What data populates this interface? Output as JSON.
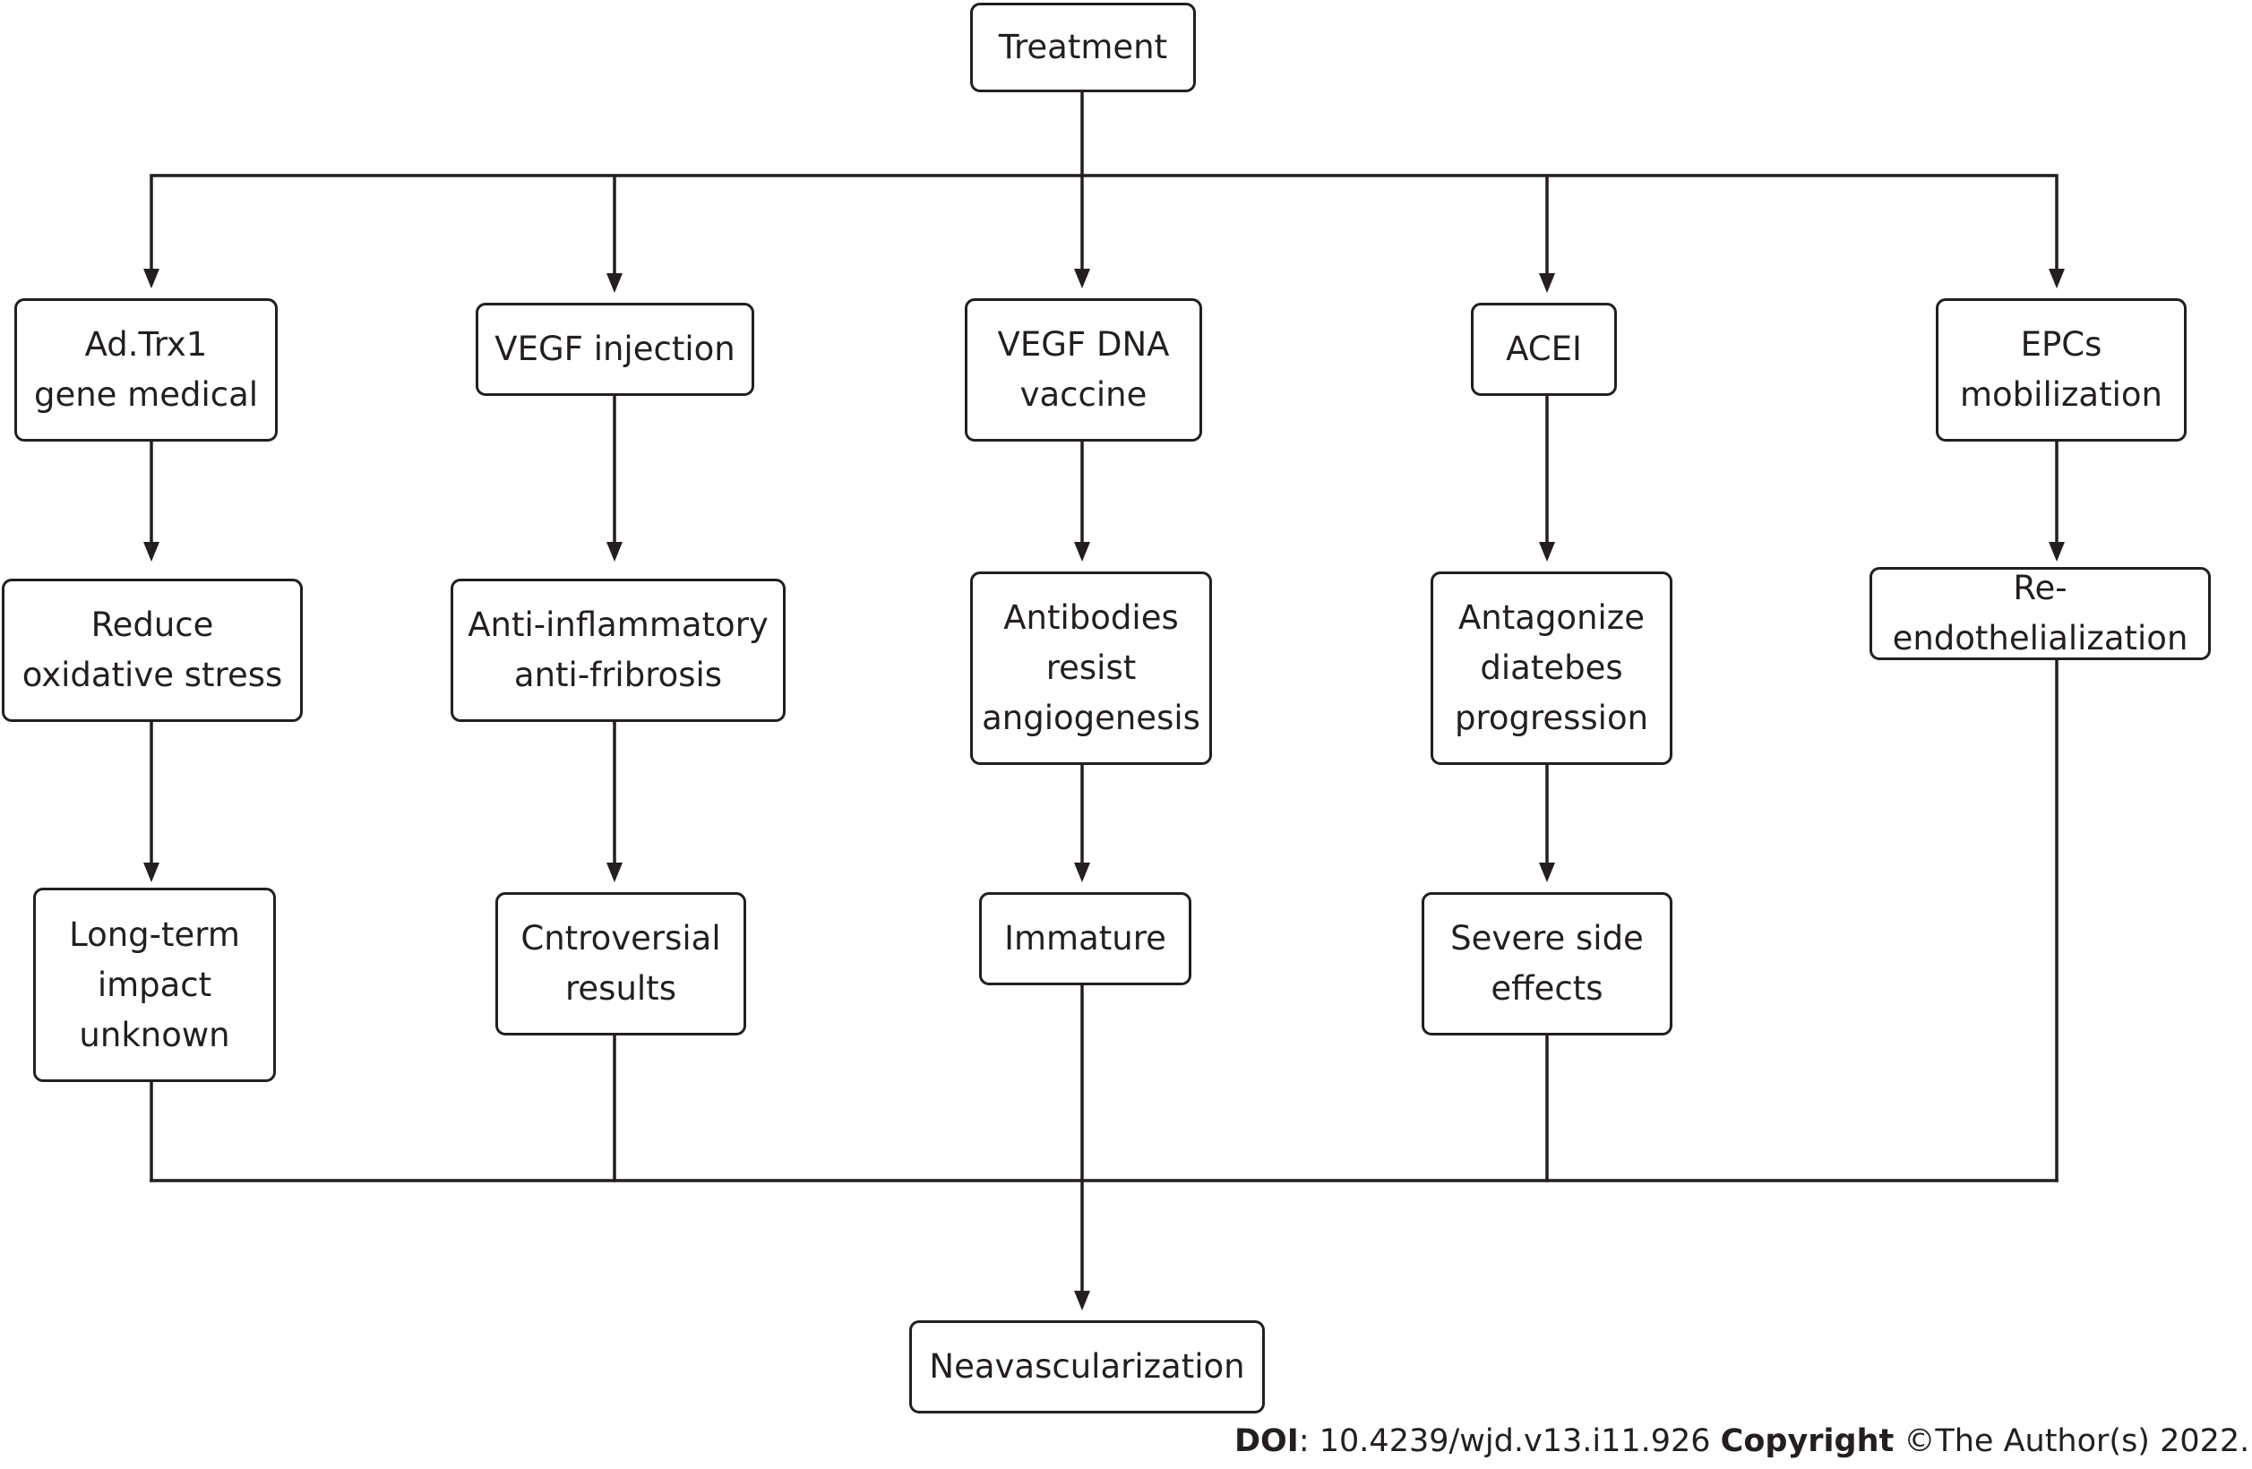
{
  "diagram": {
    "nodes": {
      "treatment": "Treatment",
      "ad_trx1": "Ad.Trx1\ngene medical",
      "vegf_injection": "VEGF injection",
      "vegf_dna_vaccine": "VEGF DNA\nvaccine",
      "acei": "ACEI",
      "epcs_mobilization": "EPCs\nmobilization",
      "reduce_oxidative_stress": "Reduce\noxidative stress",
      "anti_inflammatory": "Anti-inflammatory\nanti-fribrosis",
      "antibodies": "Antibodies\nresist\nangiogenesis",
      "antagonize": "Antagonize\ndiatebes\nprogression",
      "re_endothelialization": "Re-endothelialization",
      "long_term": "Long-term\nimpact\nunknown",
      "controversial": "Cntroversial\nresults",
      "immature": "Immature",
      "severe_side_effects": "Severe side\neffects",
      "neovascularization": "Neavascularization"
    }
  },
  "footer": {
    "doi_label": "DOI",
    "doi_value": ": 10.4239/wjd.v13.i11.926 ",
    "copyright_label": "Copyright",
    "copyright_value": " ©The Author(s) 2022."
  },
  "colors": {
    "ink": "#231f20",
    "background": "#ffffff"
  }
}
